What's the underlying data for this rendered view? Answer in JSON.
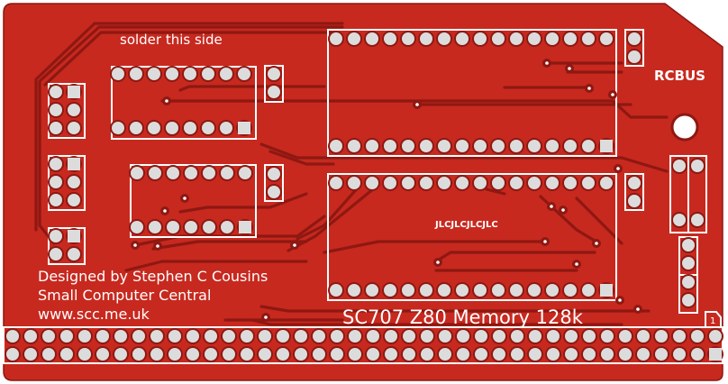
{
  "board": {
    "title": "SC707 Z80 Memory 128k",
    "bus_label": "RCBUS",
    "solder_note": "solder this side",
    "credits": [
      "Designed by Stephen C Cousins",
      "Small Computer Central",
      "www.scc.me.uk"
    ],
    "fab_marker": "JLCJLCJLCJLC",
    "pin1_label": "1"
  },
  "colors": {
    "board": "#c7291f",
    "trace": "#8e1812",
    "pad": "#dcdcdc",
    "silkscreen": "#ffffff"
  }
}
